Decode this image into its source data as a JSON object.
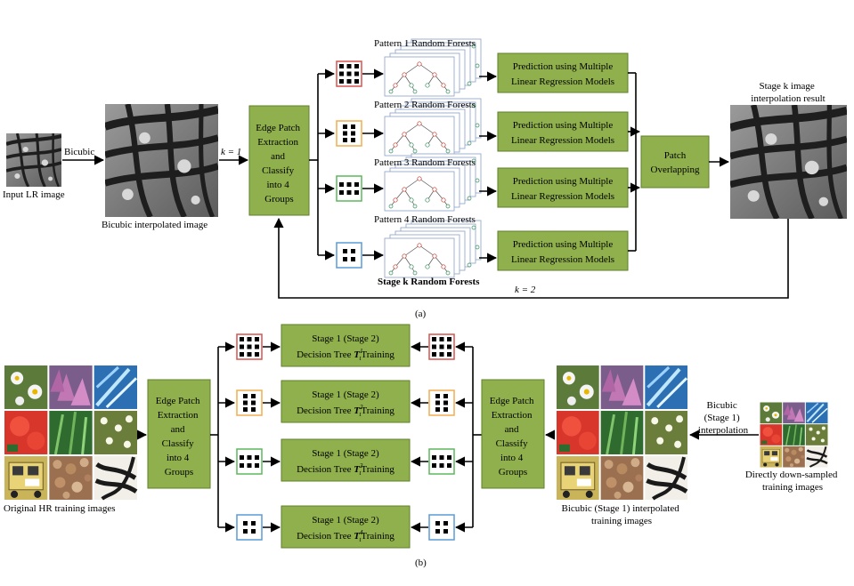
{
  "part_a": {
    "input_label": "Input LR image",
    "bicubic_label": "Bicubic",
    "bicubic_image_label": "Bicubic interpolated image",
    "k1_label": "k = 1",
    "k2_label": "k = 2",
    "edge_patch_lines": [
      "Edge Patch",
      "Extraction",
      "and",
      "Classify",
      "into 4",
      "Groups"
    ],
    "pattern_titles": [
      "Pattern 1 Random Forests",
      "Pattern 2 Random Forests",
      "Pattern 3 Random Forests",
      "Pattern 4 Random Forests"
    ],
    "prediction_lines": [
      "Prediction using Multiple",
      "Linear Regression Models"
    ],
    "stage_forests_label": "Stage k Random Forests",
    "overlap_lines": [
      "Patch",
      "Overlapping"
    ],
    "result_lines": [
      "Stage k image",
      "interpolation result"
    ],
    "caption": "(a)"
  },
  "part_b": {
    "original_label": "Original HR training images",
    "edge_patch_lines": [
      "Edge Patch",
      "Extraction",
      "and",
      "Classify",
      "into 4",
      "Groups"
    ],
    "training_line1": "Stage 1 (Stage 2)",
    "training_rows": [
      {
        "prefix": "Decision Tree ",
        "tree": "T",
        "sup": "1",
        "sub": "t",
        "suffix": "Training"
      },
      {
        "prefix": "Decision Tree ",
        "tree": "T",
        "sup": "2",
        "sub": "t",
        "suffix": "Training"
      },
      {
        "prefix": "Decision Tree ",
        "tree": "T",
        "sup": "3",
        "sub": "t",
        "suffix": "Training"
      },
      {
        "prefix": "Decision Tree ",
        "tree": "T",
        "sup": "4",
        "sub": "t",
        "suffix": "Training"
      }
    ],
    "bicubic_stage_lines": [
      "Bicubic",
      "(Stage 1)",
      "interpolation"
    ],
    "bicubic_images_lines": [
      "Bicubic (Stage 1) interpolated",
      "training images"
    ],
    "downsampled_lines": [
      "Directly down-sampled",
      "training images"
    ],
    "caption": "(b)"
  },
  "colors": {
    "box_fill": "#8fb04d",
    "box_stroke": "#5f7f2a",
    "pattern_frames": [
      "#d9534f",
      "#f0ad4e",
      "#5cb85c",
      "#5b9bd5"
    ]
  },
  "icons": [
    "butterfly-image",
    "pattern-grid-icon",
    "random-forest-stack",
    "training-image-collage"
  ]
}
